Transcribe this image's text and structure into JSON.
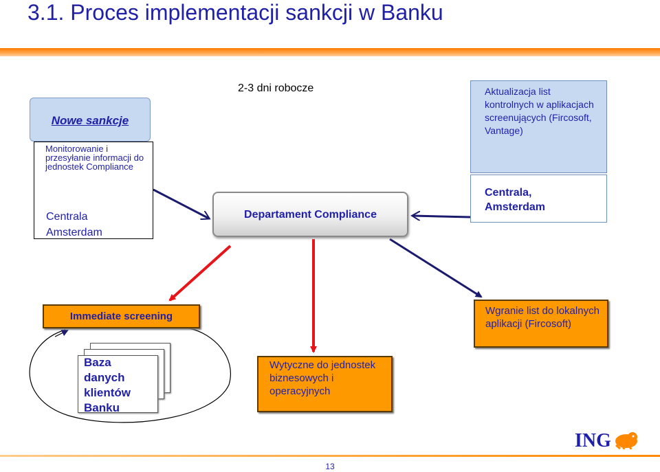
{
  "slide": {
    "title_number": "3.1.",
    "title": "Proces implementacji sankcji w Banku",
    "page_number": "13"
  },
  "left_block": {
    "heading": "Nowe sankcje",
    "description": "Monitorowanie i przesyłanie informacji do jednostek Compliance",
    "place_line1": "Centrala",
    "place_line2": "Amsterdam"
  },
  "top_label": "2-3 dni robocze",
  "center_box": {
    "label": "Departament Compliance"
  },
  "right_top": {
    "text": "Aktualizacja list kontrolnych w aplikacjach screenujących (Fircosoft, Vantage)"
  },
  "right_bottom": {
    "line1": "Centrala,",
    "line2": "Amsterdam"
  },
  "screening_box": {
    "label": "Immediate screening"
  },
  "database_docs": {
    "line1": "Baza",
    "line2": "danych",
    "line3": "klientów",
    "line4": "Banku"
  },
  "guidelines_box": {
    "text": "Wytyczne do jednostek biznesowych  i operacyjnych"
  },
  "upload_box": {
    "text": "Wgranie list do lokalnych aplikacji (Fircosoft)"
  },
  "logo": {
    "text": "ING",
    "icon": "lion-icon"
  },
  "colors": {
    "title": "#1f1fa8",
    "text_blue": "#1f1fa8",
    "orange": "#ff9900",
    "light_blue": "#c6d9f0",
    "arrow_red": "#e8141a",
    "arrow_navy": "#1a1a6e"
  }
}
